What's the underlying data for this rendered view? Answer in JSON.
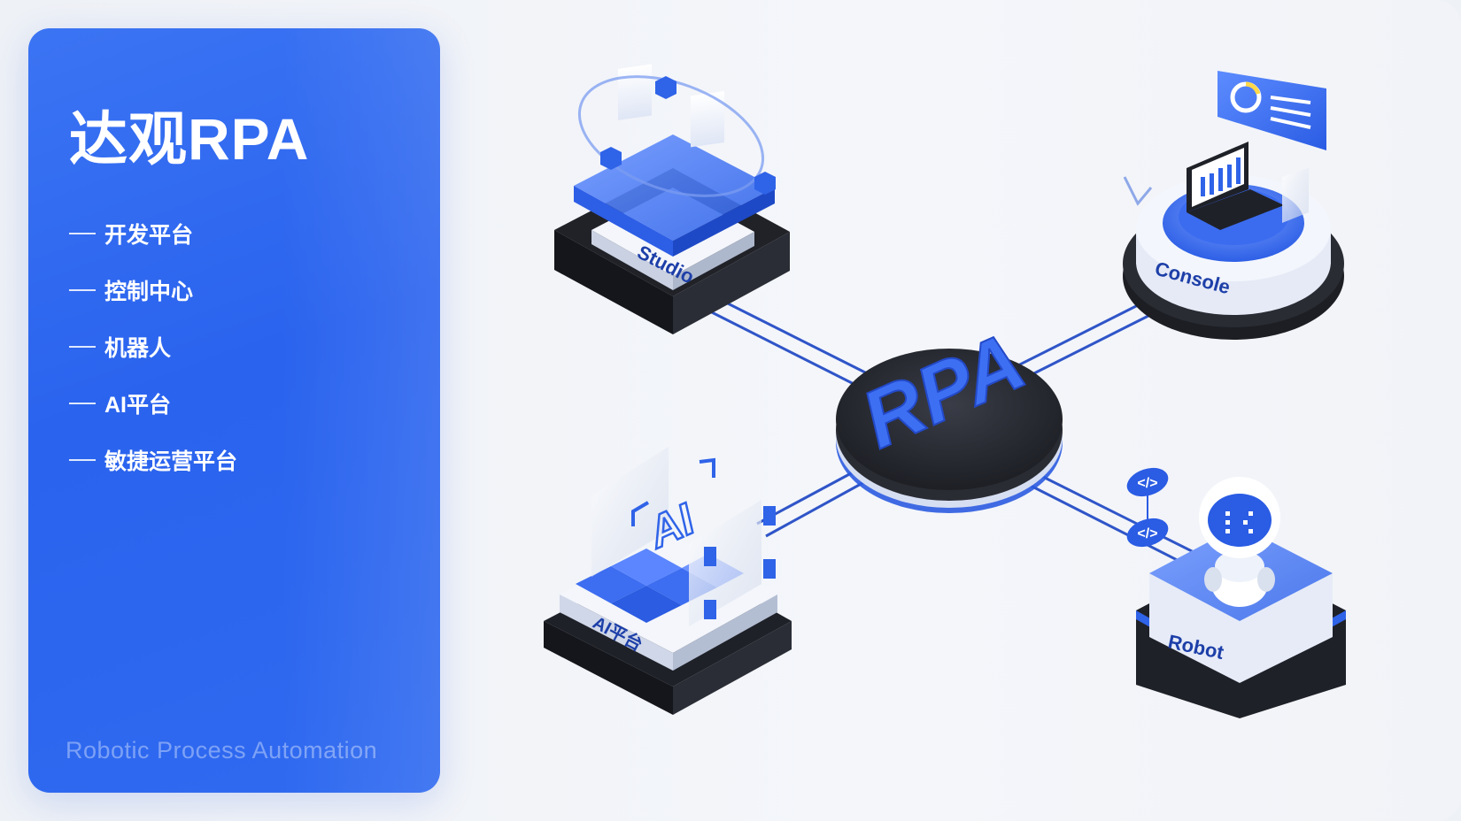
{
  "brand": {
    "title": "达观RPA",
    "caption": "Robotic Process Automation"
  },
  "menu": {
    "items": [
      {
        "label": "开发平台"
      },
      {
        "label": "控制中心"
      },
      {
        "label": "机器人"
      },
      {
        "label": "AI平台"
      },
      {
        "label": "敏捷运营平台"
      }
    ]
  },
  "diagram": {
    "center_label": "RPA",
    "nodes": {
      "studio": {
        "label": "Studio"
      },
      "console": {
        "label": "Console"
      },
      "ai": {
        "label": "AI平台",
        "glyph": "AI"
      },
      "robot": {
        "label": "Robot",
        "code_badge": "</>"
      }
    }
  },
  "colors": {
    "panel_blue": "#2a63ee",
    "accent_blue": "#2f63e8",
    "dark_base": "#1f2128",
    "background": "#eef1f6"
  }
}
